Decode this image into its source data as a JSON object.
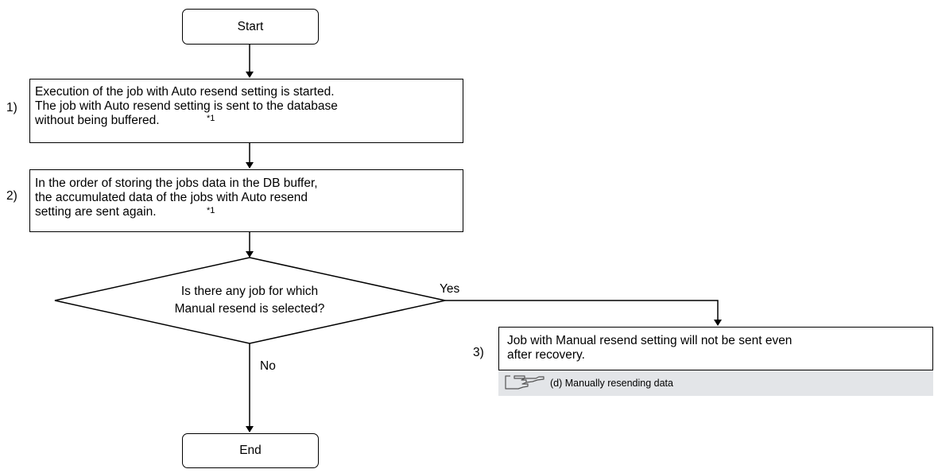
{
  "start": {
    "label": "Start"
  },
  "end": {
    "label": "End"
  },
  "steps": [
    {
      "number": "1)",
      "lines": [
        "Execution of the job with Auto resend setting is started.",
        "The job with Auto resend setting is sent to the database",
        "without being buffered."
      ],
      "note": "*1"
    },
    {
      "number": "2)",
      "lines": [
        "In the order of storing the jobs data in the DB buffer,",
        "the accumulated data of the jobs with Auto resend",
        "setting are sent again."
      ],
      "note": "*1"
    },
    {
      "number": "3)",
      "lines": [
        "Job with Manual resend setting will not be sent even",
        "after recovery."
      ]
    }
  ],
  "decision": {
    "lines": [
      "Is there any job for which",
      "Manual resend is selected?"
    ],
    "yes_label": "Yes",
    "no_label": "No"
  },
  "reference": {
    "icon": "pointing-hand-icon",
    "text": "(d) Manually resending data"
  },
  "colors": {
    "line": "#000000",
    "reference_background": "#e3e5e8"
  }
}
